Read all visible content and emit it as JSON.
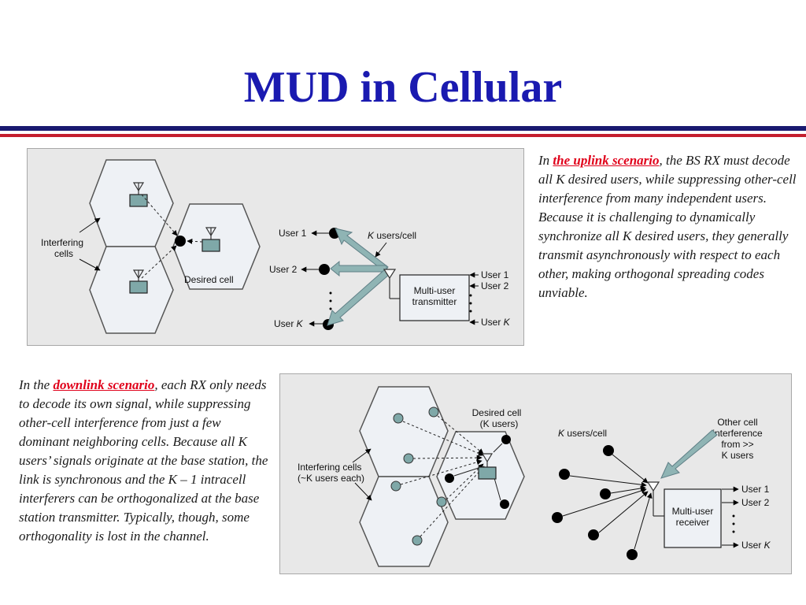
{
  "slide": {
    "title": "MUD in Cellular"
  },
  "uplink": {
    "intro": "In ",
    "link": "the uplink scenario",
    "body": ", the BS RX must decode all K desired users, while suppressing other-cell interference from many independent users. Because it is challenging to dynamically synchronize all K desired users, they generally transmit asynchronously with respect to each other, making orthogonal spreading codes unviable."
  },
  "downlink": {
    "intro": "In the ",
    "link": "downlink scenario",
    "body": ", each RX only needs to decode its own signal, while suppressing other-cell interference from just a few dominant neighboring cells. Because all K users’ signals originate at the base station, the link is synchronous and the K – 1 intracell interferers can be orthogonalized at the base station transmitter. Typically, though, some orthogonality is lost in the channel."
  },
  "figure1": {
    "interfering_1": "Interfering",
    "interfering_2": "cells",
    "desired_cell": "Desired cell",
    "user1": "User 1",
    "user2": "User 2",
    "userK_prefix": "User ",
    "k": "K",
    "k_users_cell": " users/cell",
    "mut_1": "Multi-user",
    "mut_2": "transmitter",
    "in_user1": "User 1",
    "in_user2": "User 2",
    "in_userK_prefix": "User "
  },
  "figure2": {
    "desired_cell": "Desired cell",
    "desired_sub": "(K users)",
    "interfering_1": "Interfering cells",
    "interfering_2": "(~K users each)",
    "k": "K",
    "k_users_cell": " users/cell",
    "other_1": "Other cell",
    "other_2": "interference",
    "other_3": "from >>",
    "other_4": "K users",
    "mur_1": "Multi-user",
    "mur_2": "receiver",
    "out_user1": "User 1",
    "out_user2": "User 2",
    "out_userK_prefix": "User "
  },
  "colors": {
    "title": "#1a1ab0",
    "link": "#e0001a",
    "cell_fill": "#eef1f5",
    "mobile_fill": "#7fa8a8",
    "arrow_fill": "#8fb4b4"
  }
}
